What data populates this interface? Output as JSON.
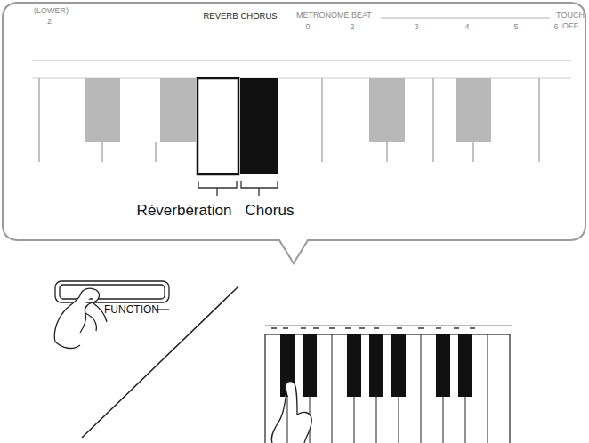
{
  "diagram": {
    "labels": [
      "(LOWER)",
      "2",
      "REVERB",
      "CHORUS",
      "METRONOME BEAT",
      "0",
      "2",
      "3",
      "4",
      "5",
      "6",
      "TOUCH",
      "OFF",
      "Réverbération",
      "Chorus",
      "FUNCTION"
    ]
  }
}
